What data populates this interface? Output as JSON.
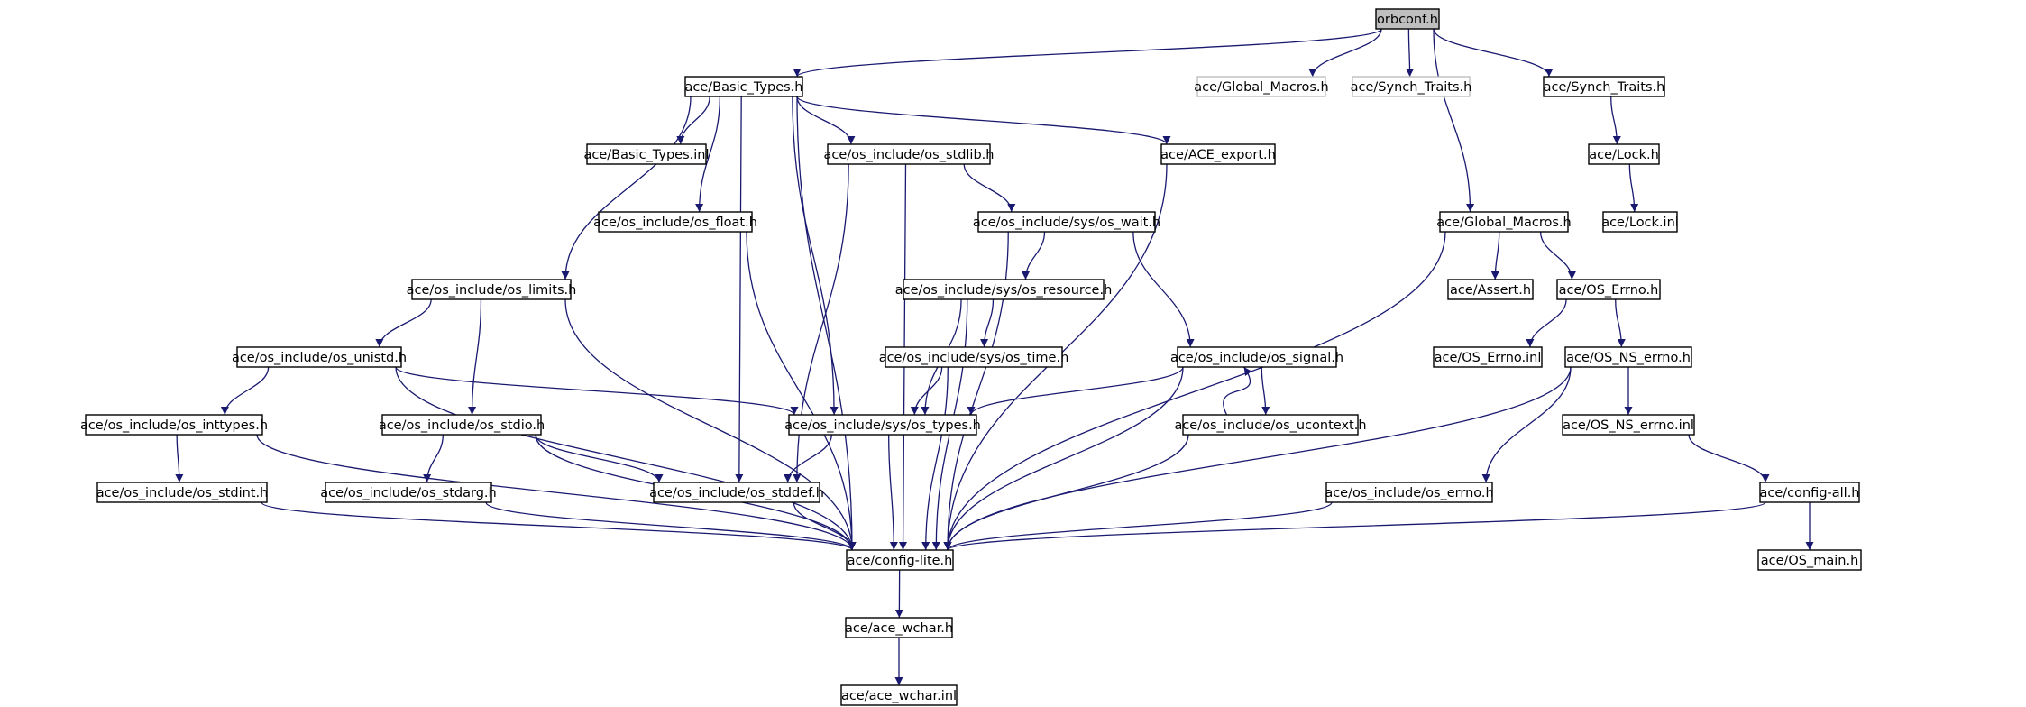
{
  "graph": {
    "root": "orbconf.h",
    "colors": {
      "edge": "#191970",
      "node_border": "#000000",
      "root_fill": "#bfbfbf",
      "ghost_border": "#bfbfbf"
    },
    "nodes": [
      {
        "id": "orbconf",
        "label": "orbconf.h",
        "kind": "root"
      },
      {
        "id": "basic_types_h",
        "label": "ace/Basic_Types.h"
      },
      {
        "id": "global_macros_ghost",
        "label": "ace/Global_Macros.h",
        "kind": "ghost"
      },
      {
        "id": "synch_traits_ghost",
        "label": "ace/Synch_Traits.h",
        "kind": "ghost"
      },
      {
        "id": "synch_traits_h",
        "label": "ace/Synch_Traits.h"
      },
      {
        "id": "basic_types_inl",
        "label": "ace/Basic_Types.inl"
      },
      {
        "id": "os_stdlib",
        "label": "ace/os_include/os_stdlib.h"
      },
      {
        "id": "ace_export",
        "label": "ace/ACE_export.h"
      },
      {
        "id": "lock_h",
        "label": "ace/Lock.h"
      },
      {
        "id": "lock_inl",
        "label": "ace/Lock.inl"
      },
      {
        "id": "os_float",
        "label": "ace/os_include/os_float.h"
      },
      {
        "id": "os_wait",
        "label": "ace/os_include/sys/os_wait.h"
      },
      {
        "id": "global_macros_h",
        "label": "ace/Global_Macros.h"
      },
      {
        "id": "os_limits",
        "label": "ace/os_include/os_limits.h"
      },
      {
        "id": "os_resource",
        "label": "ace/os_include/sys/os_resource.h"
      },
      {
        "id": "assert_h",
        "label": "ace/Assert.h"
      },
      {
        "id": "os_errno_h",
        "label": "ace/OS_Errno.h"
      },
      {
        "id": "os_unistd",
        "label": "ace/os_include/os_unistd.h"
      },
      {
        "id": "os_time",
        "label": "ace/os_include/sys/os_time.h"
      },
      {
        "id": "os_signal",
        "label": "ace/os_include/os_signal.h"
      },
      {
        "id": "os_errno_inl",
        "label": "ace/OS_Errno.inl"
      },
      {
        "id": "os_ns_errno_h",
        "label": "ace/OS_NS_errno.h"
      },
      {
        "id": "os_inttypes",
        "label": "ace/os_include/os_inttypes.h"
      },
      {
        "id": "os_stdio",
        "label": "ace/os_include/os_stdio.h"
      },
      {
        "id": "os_types",
        "label": "ace/os_include/sys/os_types.h"
      },
      {
        "id": "os_ucontext",
        "label": "ace/os_include/os_ucontext.h"
      },
      {
        "id": "os_ns_errno_inl",
        "label": "ace/OS_NS_errno.inl"
      },
      {
        "id": "os_stdint",
        "label": "ace/os_include/os_stdint.h"
      },
      {
        "id": "os_stdarg",
        "label": "ace/os_include/os_stdarg.h"
      },
      {
        "id": "os_stddef",
        "label": "ace/os_include/os_stddef.h"
      },
      {
        "id": "os_errno_sys",
        "label": "ace/os_include/os_errno.h"
      },
      {
        "id": "config_all",
        "label": "ace/config-all.h"
      },
      {
        "id": "config_lite",
        "label": "ace/config-lite.h"
      },
      {
        "id": "os_main",
        "label": "ace/OS_main.h"
      },
      {
        "id": "ace_wchar_h",
        "label": "ace/ace_wchar.h"
      },
      {
        "id": "ace_wchar_inl",
        "label": "ace/ace_wchar.inl"
      }
    ],
    "edges": [
      [
        "orbconf",
        "basic_types_h"
      ],
      [
        "orbconf",
        "global_macros_ghost"
      ],
      [
        "orbconf",
        "synch_traits_ghost"
      ],
      [
        "orbconf",
        "global_macros_h"
      ],
      [
        "orbconf",
        "synch_traits_h"
      ],
      [
        "synch_traits_h",
        "lock_h"
      ],
      [
        "lock_h",
        "lock_inl"
      ],
      [
        "basic_types_h",
        "basic_types_inl"
      ],
      [
        "basic_types_h",
        "os_stdlib"
      ],
      [
        "basic_types_h",
        "ace_export"
      ],
      [
        "basic_types_h",
        "os_float"
      ],
      [
        "basic_types_h",
        "os_limits"
      ],
      [
        "basic_types_h",
        "os_types"
      ],
      [
        "basic_types_h",
        "os_stddef"
      ],
      [
        "basic_types_h",
        "config_lite"
      ],
      [
        "os_stdlib",
        "os_wait"
      ],
      [
        "os_stdlib",
        "os_stddef"
      ],
      [
        "os_stdlib",
        "config_lite"
      ],
      [
        "ace_export",
        "config_lite"
      ],
      [
        "os_float",
        "config_lite"
      ],
      [
        "os_wait",
        "os_resource"
      ],
      [
        "os_wait",
        "os_signal"
      ],
      [
        "os_wait",
        "config_lite"
      ],
      [
        "os_resource",
        "os_time"
      ],
      [
        "os_resource",
        "os_types"
      ],
      [
        "os_resource",
        "config_lite"
      ],
      [
        "os_time",
        "os_types"
      ],
      [
        "os_time",
        "config_lite"
      ],
      [
        "os_signal",
        "os_ucontext"
      ],
      [
        "os_signal",
        "os_types"
      ],
      [
        "os_signal",
        "config_lite"
      ],
      [
        "os_ucontext",
        "os_signal"
      ],
      [
        "os_ucontext",
        "config_lite"
      ],
      [
        "os_limits",
        "os_unistd"
      ],
      [
        "os_limits",
        "os_stdio"
      ],
      [
        "os_limits",
        "config_lite"
      ],
      [
        "os_unistd",
        "os_inttypes"
      ],
      [
        "os_unistd",
        "os_types"
      ],
      [
        "os_unistd",
        "config_lite"
      ],
      [
        "os_inttypes",
        "os_stdint"
      ],
      [
        "os_inttypes",
        "config_lite"
      ],
      [
        "os_stdint",
        "config_lite"
      ],
      [
        "os_stdio",
        "os_stdarg"
      ],
      [
        "os_stdio",
        "os_stddef"
      ],
      [
        "os_stdio",
        "config_lite"
      ],
      [
        "os_stdarg",
        "config_lite"
      ],
      [
        "os_types",
        "os_stddef"
      ],
      [
        "os_types",
        "config_lite"
      ],
      [
        "os_stddef",
        "config_lite"
      ],
      [
        "global_macros_h",
        "assert_h"
      ],
      [
        "global_macros_h",
        "os_errno_h"
      ],
      [
        "global_macros_h",
        "config_lite"
      ],
      [
        "os_errno_h",
        "os_errno_inl"
      ],
      [
        "os_errno_h",
        "os_ns_errno_h"
      ],
      [
        "os_ns_errno_h",
        "os_ns_errno_inl"
      ],
      [
        "os_ns_errno_h",
        "os_errno_sys"
      ],
      [
        "os_ns_errno_h",
        "config_lite"
      ],
      [
        "os_ns_errno_inl",
        "config_all"
      ],
      [
        "os_errno_sys",
        "config_lite"
      ],
      [
        "config_all",
        "config_lite"
      ],
      [
        "config_all",
        "os_main"
      ],
      [
        "config_lite",
        "ace_wchar_h"
      ],
      [
        "ace_wchar_h",
        "ace_wchar_inl"
      ]
    ]
  }
}
